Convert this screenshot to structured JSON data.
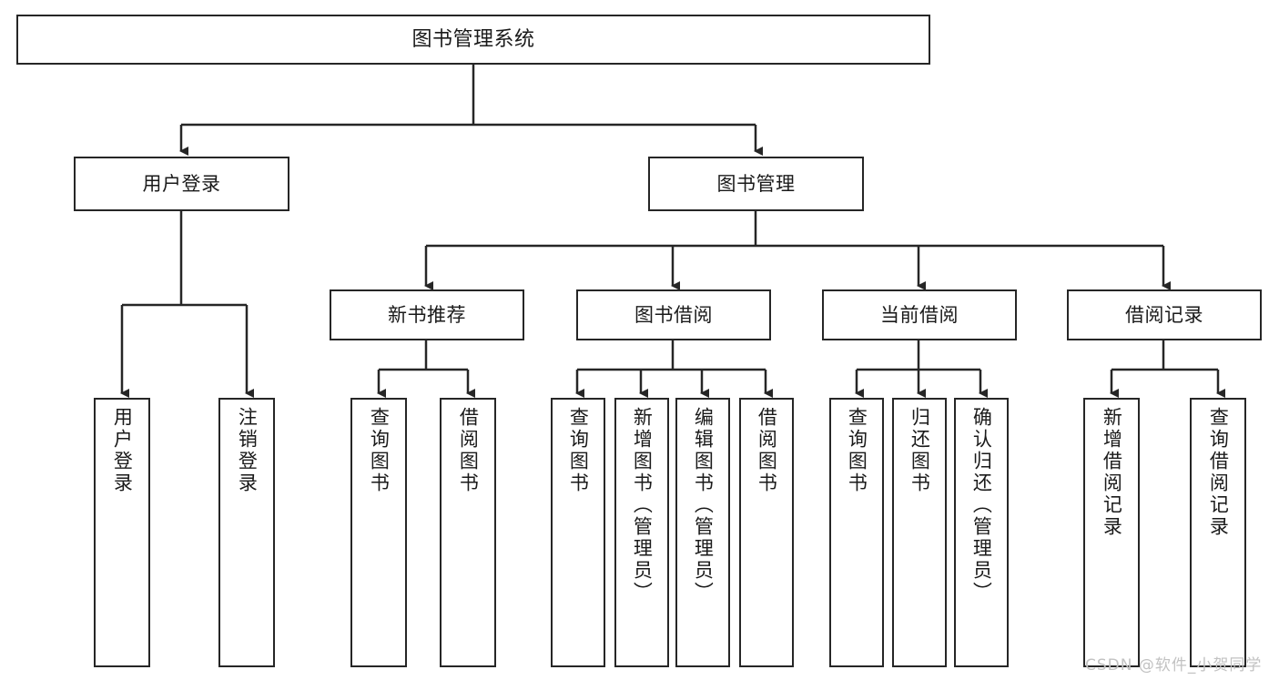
{
  "diagram": {
    "title": "图书管理系统",
    "type": "tree-hierarchy-chart",
    "root": {
      "label": "图书管理系统"
    },
    "level2": [
      {
        "label": "用户登录"
      },
      {
        "label": "图书管理"
      }
    ],
    "level3": [
      {
        "label": "新书推荐"
      },
      {
        "label": "图书借阅"
      },
      {
        "label": "当前借阅"
      },
      {
        "label": "借阅记录"
      }
    ],
    "leaves": [
      {
        "label": "用户登录"
      },
      {
        "label": "注销登录"
      },
      {
        "label": "查询图书"
      },
      {
        "label": "借阅图书"
      },
      {
        "label": "查询图书"
      },
      {
        "label": "新增图书（管理员）"
      },
      {
        "label": "编辑图书（管理员）"
      },
      {
        "label": "借阅图书"
      },
      {
        "label": "查询图书"
      },
      {
        "label": "归还图书"
      },
      {
        "label": "确认归还（管理员）"
      },
      {
        "label": "新增借阅记录"
      },
      {
        "label": "查询借阅记录"
      }
    ]
  },
  "watermark": {
    "text": "CSDN @软件_小贺同学"
  },
  "colors": {
    "stroke": "#262626",
    "background": "#ffffff",
    "text": "#1a1a1a",
    "watermark": "#c2c2c2"
  }
}
